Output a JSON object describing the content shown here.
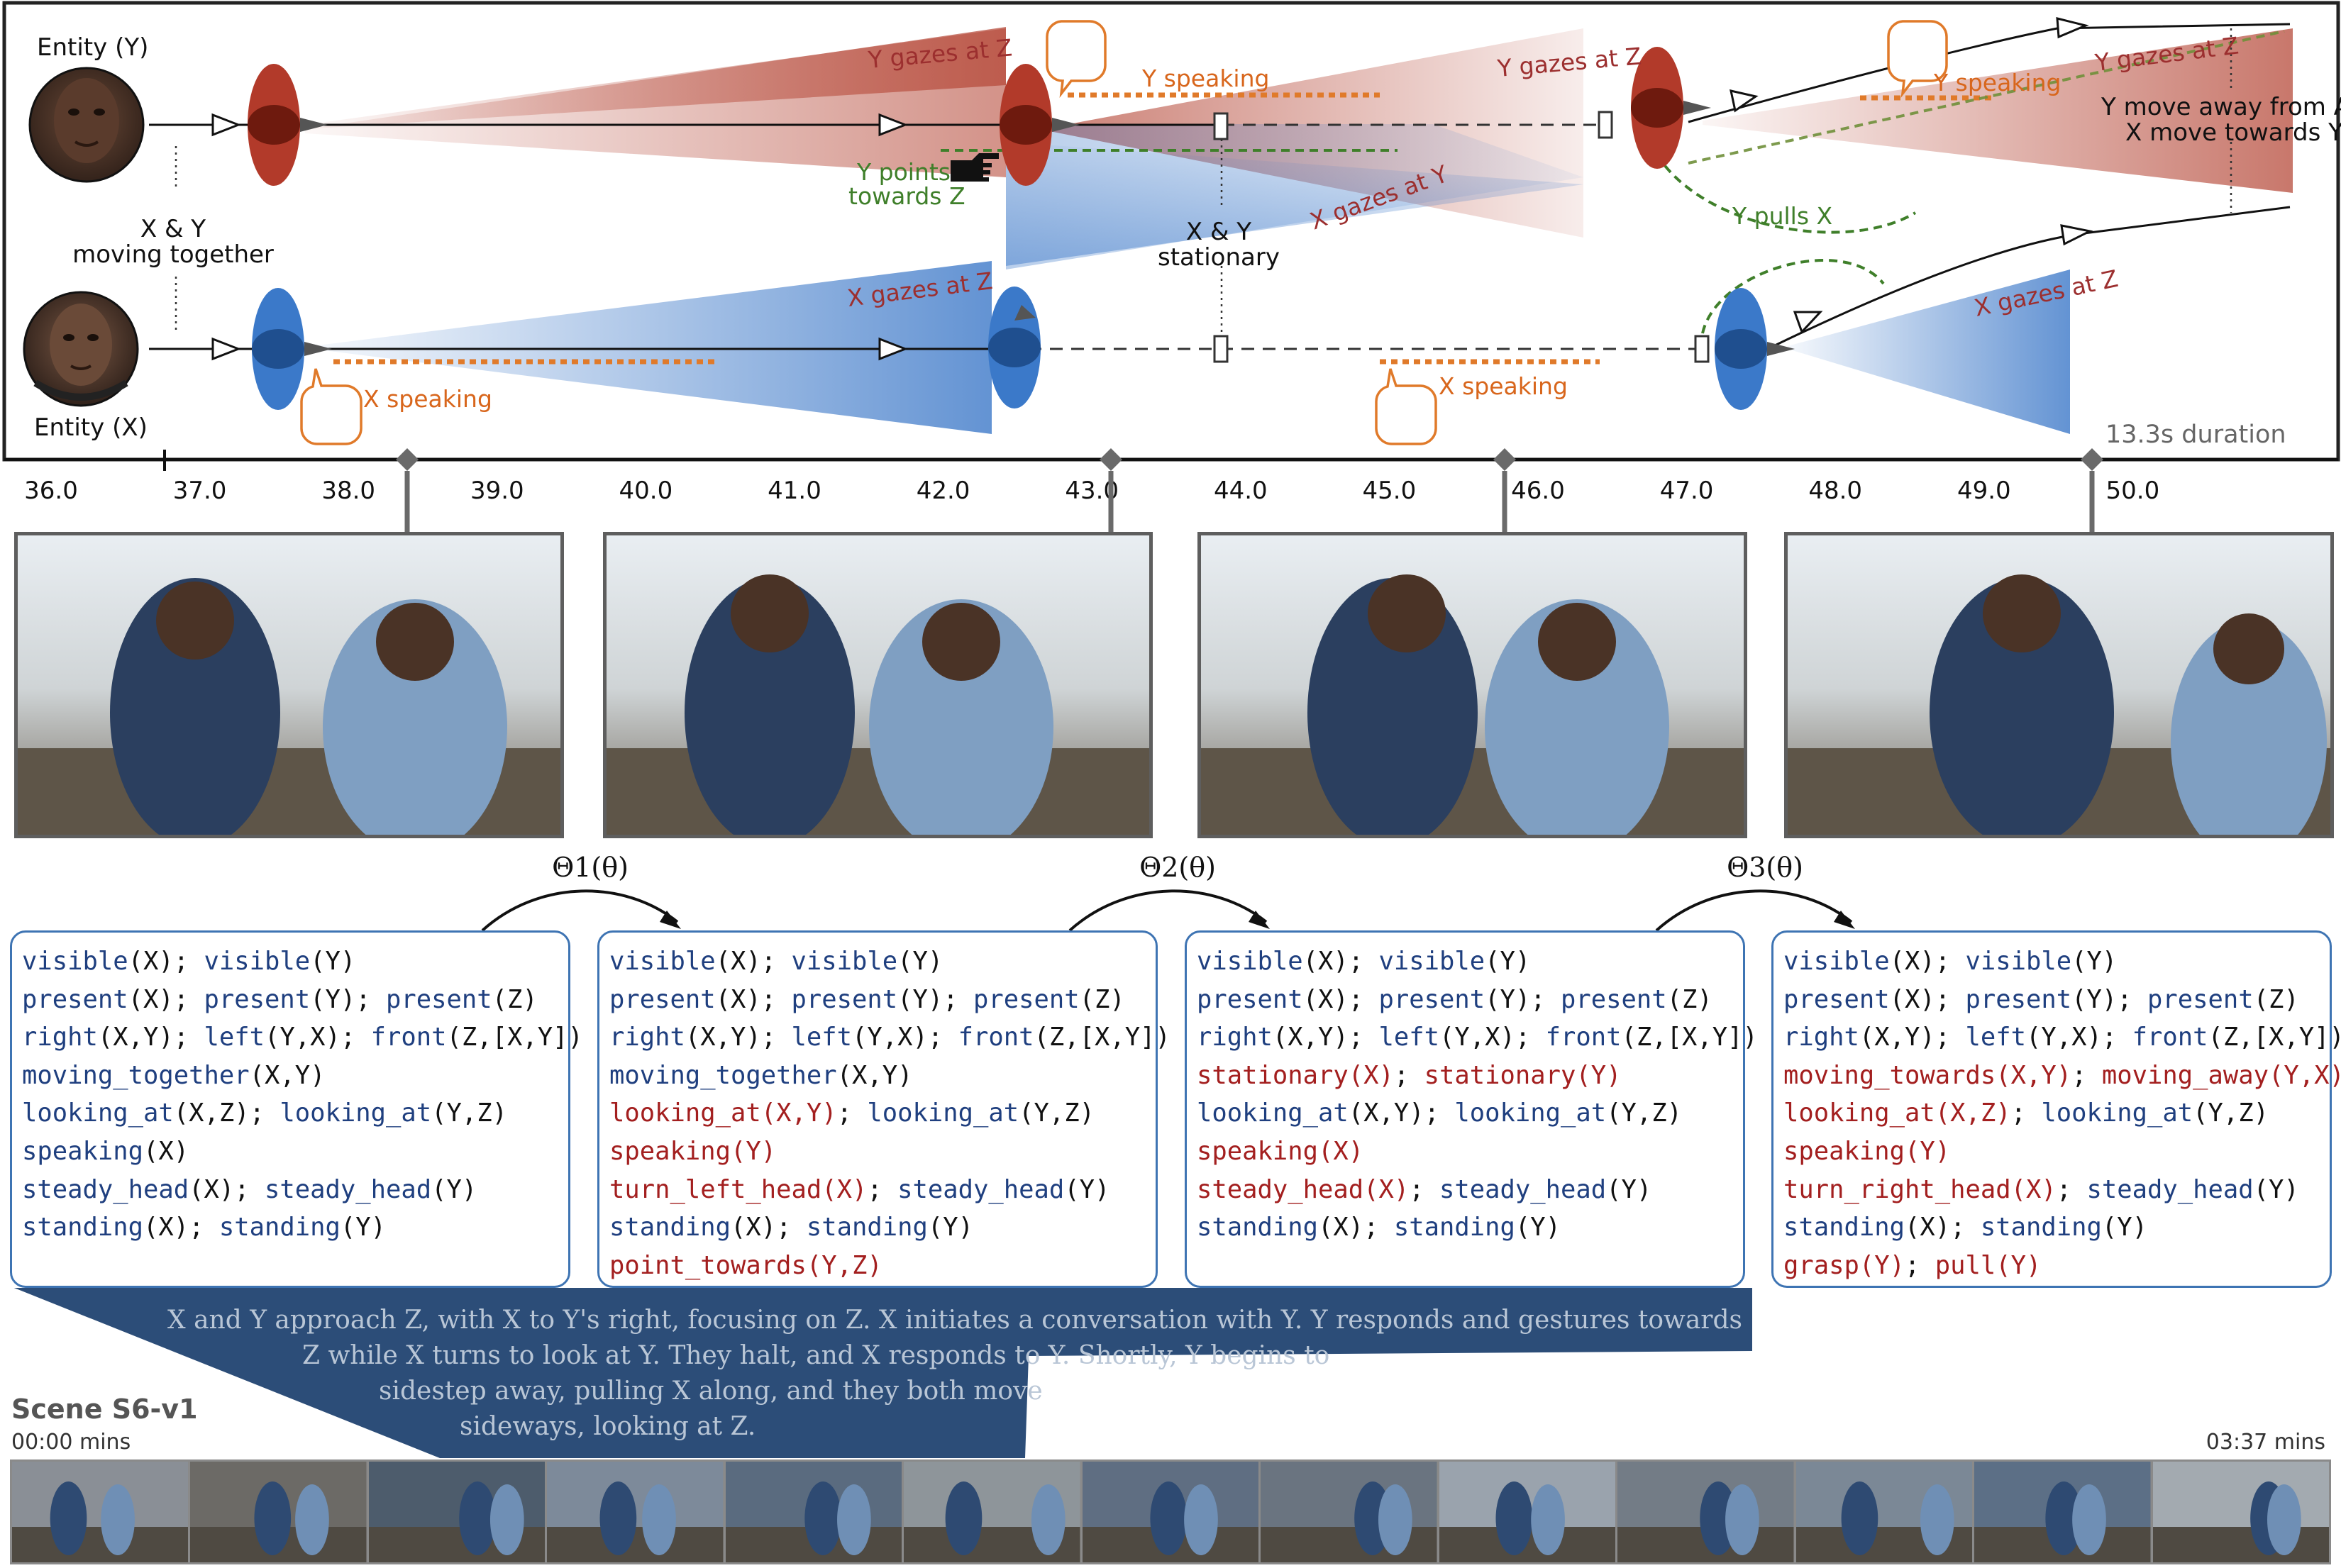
{
  "entities": {
    "y_label": "Entity (Y)",
    "x_label": "Entity (X)"
  },
  "annotations": {
    "moving_together_1": "X & Y",
    "moving_together_2": "moving together",
    "stationary_1": "X & Y",
    "stationary_2": "stationary",
    "y_gazes_z_1": "Y gazes at Z",
    "y_gazes_z_2": "Y gazes at Z",
    "y_gazes_z_3": "Y gazes at Z",
    "x_gazes_z_1": "X gazes at Z",
    "x_gazes_z_2": "X gazes at Z",
    "x_gazes_y": "X gazes at Y",
    "y_speaking_1": "Y speaking",
    "y_speaking_2": "Y speaking",
    "x_speaking_1": "X speaking",
    "x_speaking_2": "X speaking",
    "y_points_1": "Y points",
    "y_points_2": "towards Z",
    "y_pulls_x": "Y pulls X",
    "move_away_1": "Y move away from Ann",
    "move_away_2": "X move towards Y",
    "duration": "13.3s duration"
  },
  "axis": {
    "ticks": [
      "36.0",
      "37.0",
      "38.0",
      "39.0",
      "40.0",
      "41.0",
      "42.0",
      "43.0",
      "44.0",
      "45.0",
      "46.0",
      "47.0",
      "48.0",
      "49.0",
      "50.0"
    ]
  },
  "transitions": {
    "t1": "Θ1(θ)",
    "t2": "Θ2(θ)",
    "t3": "Θ3(θ)"
  },
  "states": [
    {
      "lines": [
        [
          {
            "t": "visible",
            "a": "(X)",
            "c": 0
          },
          {
            "s": "; "
          },
          {
            "t": "visible",
            "a": "(Y)",
            "c": 0
          }
        ],
        [
          {
            "t": "present",
            "a": "(X)",
            "c": 0
          },
          {
            "s": "; "
          },
          {
            "t": "present",
            "a": "(Y)",
            "c": 0
          },
          {
            "s": "; "
          },
          {
            "t": "present",
            "a": "(Z)",
            "c": 0
          }
        ],
        [
          {
            "t": "right",
            "a": "(X,Y)",
            "c": 0
          },
          {
            "s": "; "
          },
          {
            "t": "left",
            "a": "(Y,X)",
            "c": 0
          },
          {
            "s": "; "
          },
          {
            "t": "front",
            "a": "(Z,[X,Y])",
            "c": 0
          }
        ],
        [
          {
            "t": "moving_together",
            "a": "(X,Y)",
            "c": 0
          }
        ],
        [
          {
            "t": "looking_at",
            "a": "(X,Z)",
            "c": 0
          },
          {
            "s": "; "
          },
          {
            "t": "looking_at",
            "a": "(Y,Z)",
            "c": 0
          }
        ],
        [
          {
            "t": "speaking",
            "a": "(X)",
            "c": 0
          }
        ],
        [
          {
            "t": "steady_head",
            "a": "(X)",
            "c": 0
          },
          {
            "s": "; "
          },
          {
            "t": "steady_head",
            "a": "(Y)",
            "c": 0
          }
        ],
        [
          {
            "t": "standing",
            "a": "(X)",
            "c": 0
          },
          {
            "s": "; "
          },
          {
            "t": "standing",
            "a": "(Y)",
            "c": 0
          }
        ]
      ]
    },
    {
      "lines": [
        [
          {
            "t": "visible",
            "a": "(X)",
            "c": 0
          },
          {
            "s": "; "
          },
          {
            "t": "visible",
            "a": "(Y)",
            "c": 0
          }
        ],
        [
          {
            "t": "present",
            "a": "(X)",
            "c": 0
          },
          {
            "s": "; "
          },
          {
            "t": "present",
            "a": "(Y)",
            "c": 0
          },
          {
            "s": "; "
          },
          {
            "t": "present",
            "a": "(Z)",
            "c": 0
          }
        ],
        [
          {
            "t": "right",
            "a": "(X,Y)",
            "c": 0
          },
          {
            "s": "; "
          },
          {
            "t": "left",
            "a": "(Y,X)",
            "c": 0
          },
          {
            "s": "; "
          },
          {
            "t": "front",
            "a": "(Z,[X,Y])",
            "c": 0
          }
        ],
        [
          {
            "t": "moving_together",
            "a": "(X,Y)",
            "c": 0
          }
        ],
        [
          {
            "t": "looking_at",
            "a": "(X,Y)",
            "c": 1
          },
          {
            "s": "; "
          },
          {
            "t": "looking_at",
            "a": "(Y,Z)",
            "c": 0
          }
        ],
        [
          {
            "t": "speaking",
            "a": "(Y)",
            "c": 1
          }
        ],
        [
          {
            "t": "turn_left_head",
            "a": "(X)",
            "c": 1
          },
          {
            "s": "; "
          },
          {
            "t": "steady_head",
            "a": "(Y)",
            "c": 0
          }
        ],
        [
          {
            "t": "standing",
            "a": "(X)",
            "c": 0
          },
          {
            "s": "; "
          },
          {
            "t": "standing",
            "a": "(Y)",
            "c": 0
          }
        ],
        [
          {
            "t": "point_towards",
            "a": "(Y,Z)",
            "c": 1
          }
        ]
      ]
    },
    {
      "lines": [
        [
          {
            "t": "visible",
            "a": "(X)",
            "c": 0
          },
          {
            "s": "; "
          },
          {
            "t": "visible",
            "a": "(Y)",
            "c": 0
          }
        ],
        [
          {
            "t": "present",
            "a": "(X)",
            "c": 0
          },
          {
            "s": "; "
          },
          {
            "t": "present",
            "a": "(Y)",
            "c": 0
          },
          {
            "s": "; "
          },
          {
            "t": "present",
            "a": "(Z)",
            "c": 0
          }
        ],
        [
          {
            "t": "right",
            "a": "(X,Y)",
            "c": 0
          },
          {
            "s": "; "
          },
          {
            "t": "left",
            "a": "(Y,X)",
            "c": 0
          },
          {
            "s": "; "
          },
          {
            "t": "front",
            "a": "(Z,[X,Y])",
            "c": 0
          }
        ],
        [
          {
            "t": "stationary",
            "a": "(X)",
            "c": 1
          },
          {
            "s": "; "
          },
          {
            "t": "stationary",
            "a": "(Y)",
            "c": 1
          }
        ],
        [
          {
            "t": "looking_at",
            "a": "(X,Y)",
            "c": 0
          },
          {
            "s": "; "
          },
          {
            "t": "looking_at",
            "a": "(Y,Z)",
            "c": 0
          }
        ],
        [
          {
            "t": "speaking",
            "a": "(X)",
            "c": 1
          }
        ],
        [
          {
            "t": "steady_head",
            "a": "(X)",
            "c": 1
          },
          {
            "s": "; "
          },
          {
            "t": "steady_head",
            "a": "(Y)",
            "c": 0
          }
        ],
        [
          {
            "t": "standing",
            "a": "(X)",
            "c": 0
          },
          {
            "s": "; "
          },
          {
            "t": "standing",
            "a": "(Y)",
            "c": 0
          }
        ]
      ]
    },
    {
      "lines": [
        [
          {
            "t": "visible",
            "a": "(X)",
            "c": 0
          },
          {
            "s": "; "
          },
          {
            "t": "visible",
            "a": "(Y)",
            "c": 0
          }
        ],
        [
          {
            "t": "present",
            "a": "(X)",
            "c": 0
          },
          {
            "s": "; "
          },
          {
            "t": "present",
            "a": "(Y)",
            "c": 0
          },
          {
            "s": "; "
          },
          {
            "t": "present",
            "a": "(Z)",
            "c": 0
          }
        ],
        [
          {
            "t": "right",
            "a": "(X,Y)",
            "c": 0
          },
          {
            "s": "; "
          },
          {
            "t": "left",
            "a": "(Y,X)",
            "c": 0
          },
          {
            "s": "; "
          },
          {
            "t": "front",
            "a": "(Z,[X,Y])",
            "c": 0
          }
        ],
        [
          {
            "t": "moving_towards",
            "a": "(X,Y)",
            "c": 1
          },
          {
            "s": "; "
          },
          {
            "t": "moving_away",
            "a": "(Y,X)",
            "c": 1
          }
        ],
        [
          {
            "t": "looking_at",
            "a": "(X,Z)",
            "c": 1
          },
          {
            "s": "; "
          },
          {
            "t": "looking_at",
            "a": "(Y,Z)",
            "c": 0
          }
        ],
        [
          {
            "t": "speaking",
            "a": "(Y)",
            "c": 1
          }
        ],
        [
          {
            "t": "turn_right_head",
            "a": "(X)",
            "c": 1
          },
          {
            "s": "; "
          },
          {
            "t": "steady_head",
            "a": "(Y)",
            "c": 0
          }
        ],
        [
          {
            "t": "standing",
            "a": "(X)",
            "c": 0
          },
          {
            "s": "; "
          },
          {
            "t": "standing",
            "a": "(Y)",
            "c": 0
          }
        ],
        [
          {
            "t": "grasp",
            "a": "(Y)",
            "c": 1
          },
          {
            "s": "; "
          },
          {
            "t": "pull",
            "a": "(Y)",
            "c": 1
          }
        ]
      ]
    }
  ],
  "summary": {
    "line1": "X and Y approach Z, with X to Y's right, focusing on Z. X initiates a conversation with Y. Y responds and gestures towards",
    "line2": "Z while X turns to look at Y. They halt, and X responds to Y. Shortly, Y begins to",
    "line3": "sidestep away, pulling X along, and they both move",
    "line4": "sideways, looking at Z."
  },
  "scene": {
    "title": "Scene S6-v1",
    "start": "00:00 mins",
    "end": "03:37 mins",
    "thumbnail_count": 13
  },
  "colors": {
    "y_entity": "#8b1c0f",
    "x_entity": "#2f66b3",
    "speaking": "#e07a2a",
    "pointing": "#3f7f2a",
    "changed_predicate": "#a31f1f",
    "predicate": "#1f3f7f",
    "banner": "#2c4d78"
  }
}
